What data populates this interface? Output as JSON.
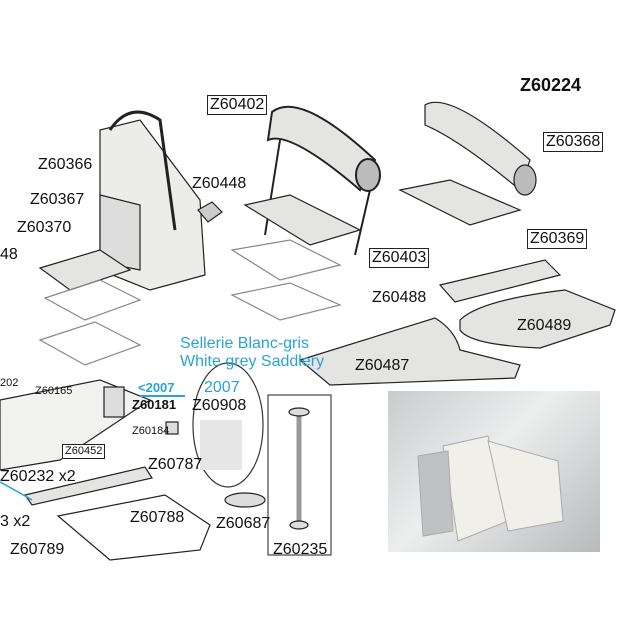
{
  "title": {
    "line1": "Sellerie Blanc-gris",
    "line2": "White grey Saddlery"
  },
  "labels": {
    "z60224": "Z60224",
    "z60402": "Z60402",
    "z60368": "Z60368",
    "z60366": "Z60366",
    "z60448": "Z60448",
    "z60367": "Z60367",
    "z60370": "Z60370",
    "z60369": "Z60369",
    "z60403": "Z60403",
    "p48": "48",
    "z60488": "Z60488",
    "z60489": "Z60489",
    "z60487": "Z60487",
    "p202": "202",
    "z60165": "Z60165",
    "pre2007": "<2007",
    "y2007": "2007",
    "z60181": "Z60181",
    "z60908": "Z60908",
    "z60184": "Z60184",
    "z60452": "Z60452",
    "z60787": "Z60787",
    "z60232": "Z60232 x2",
    "p3x2": "3 x2",
    "z60788": "Z60788",
    "z60687": "Z60687",
    "z60789": "Z60789",
    "z60235": "Z60235"
  },
  "colors": {
    "accent": "#2aa3d6",
    "cushion": "#e4e4e2",
    "line": "#222222"
  }
}
